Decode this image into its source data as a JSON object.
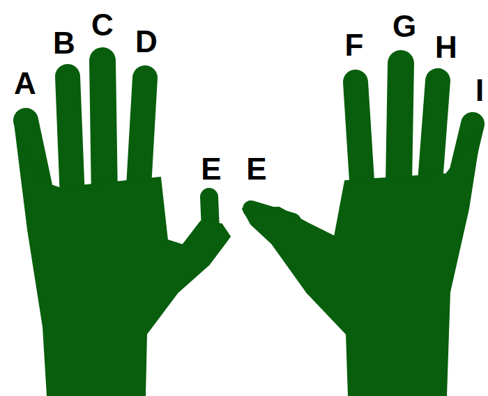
{
  "diagram": {
    "labels": [
      "A",
      "B",
      "C",
      "D",
      "E",
      "E",
      "F",
      "G",
      "H",
      "I"
    ]
  }
}
